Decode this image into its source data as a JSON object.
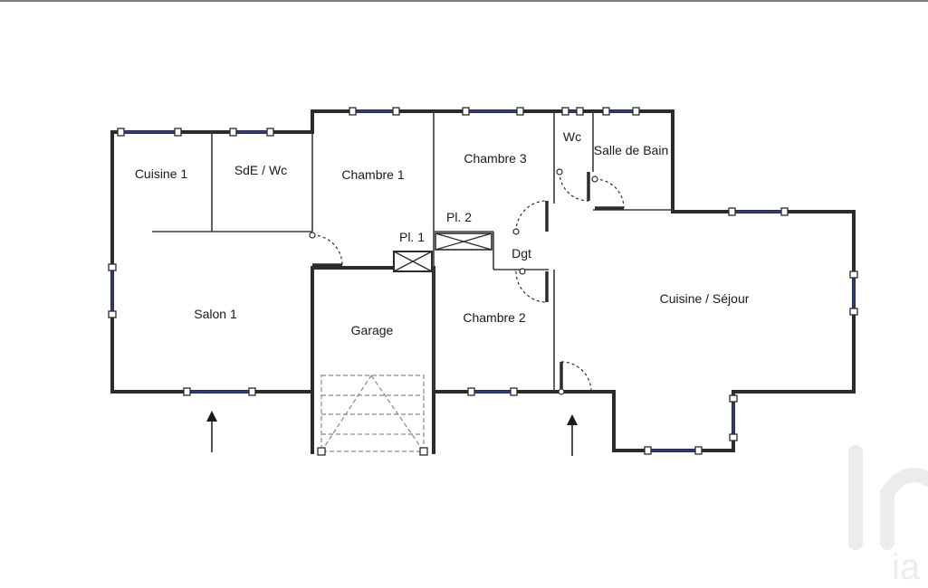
{
  "rooms": {
    "cuisine1": "Cuisine 1",
    "sde_wc": "SdE / Wc",
    "chambre1": "Chambre 1",
    "chambre3": "Chambre 3",
    "wc": "Wc",
    "salle_de_bain": "Salle de Bain",
    "salon1": "Salon 1",
    "garage": "Garage",
    "chambre2": "Chambre 2",
    "dgt": "Dgt",
    "cuisine_sejour": "Cuisine / Séjour",
    "pl1": "Pl. 1",
    "pl2": "Pl. 2"
  },
  "watermark": {
    "text": "ia"
  },
  "colors": {
    "wall": "#2b2b2b",
    "window": "#2e3a8a",
    "background": "#ffffff",
    "watermark": "#ececec"
  }
}
